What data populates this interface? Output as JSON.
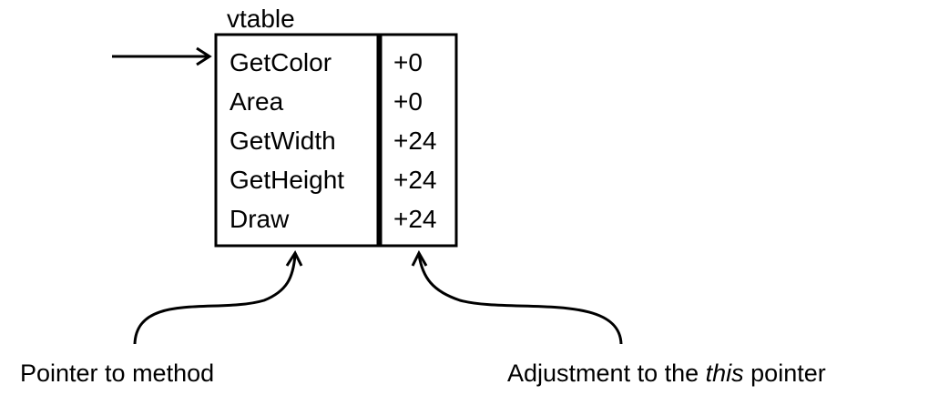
{
  "vtable": {
    "title": "vtable",
    "rows": [
      {
        "method": "GetColor",
        "offset": "+0"
      },
      {
        "method": "Area",
        "offset": "+0"
      },
      {
        "method": "GetWidth",
        "offset": "+24"
      },
      {
        "method": "GetHeight",
        "offset": "+24"
      },
      {
        "method": "Draw",
        "offset": "+24"
      }
    ]
  },
  "captions": {
    "left": "Pointer to method",
    "right_before": "Adjustment to the ",
    "right_emphasis": "this",
    "right_after": " pointer"
  }
}
